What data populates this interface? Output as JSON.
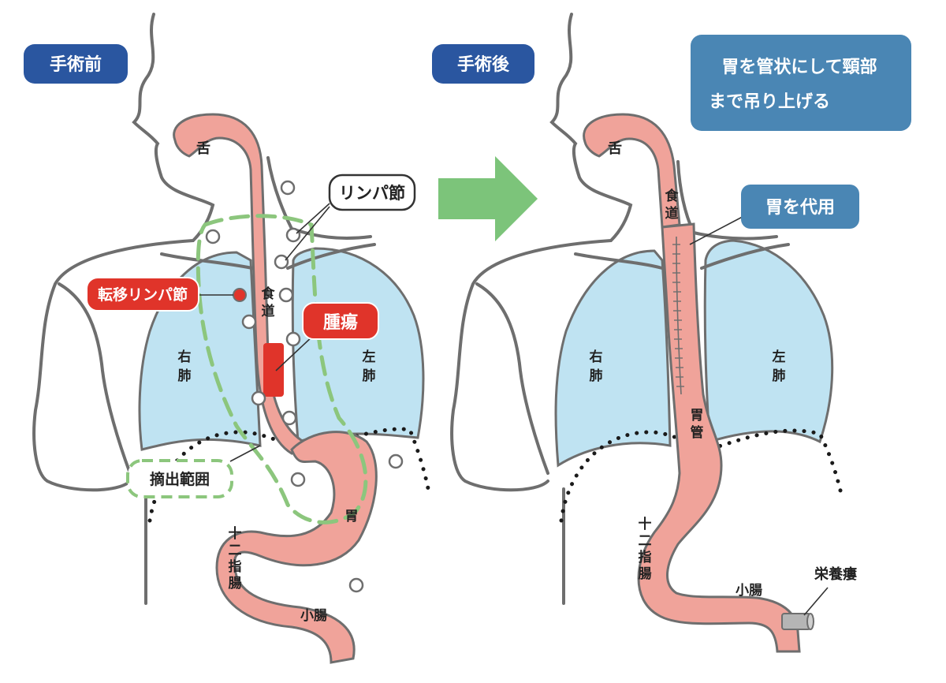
{
  "panels": {
    "before": {
      "title": "手術前",
      "labels": {
        "tongue": "舌",
        "esophagus_1": "食",
        "esophagus_2": "道",
        "right_lung_1": "右",
        "right_lung_2": "肺",
        "left_lung_1": "左",
        "left_lung_2": "肺",
        "stomach": "胃",
        "duodenum_1": "十",
        "duodenum_2": "二",
        "duodenum_3": "指",
        "duodenum_4": "腸",
        "small_intestine": "小腸"
      },
      "callouts": {
        "lymph_node": "リンパ節",
        "metastatic_lymph_node": "転移リンパ節",
        "tumor": "腫瘍",
        "resection_range": "摘出範囲"
      }
    },
    "after": {
      "title": "手術後",
      "note_line_1": "胃を管状にして頸部",
      "note_line_2": "まで吊り上げる",
      "stomach_substitute": "胃を代用",
      "labels": {
        "tongue": "舌",
        "esophagus_1": "食",
        "esophagus_2": "道",
        "right_lung_1": "右",
        "right_lung_2": "肺",
        "left_lung_1": "左",
        "left_lung_2": "肺",
        "gastric_tube_1": "胃",
        "gastric_tube_2": "管",
        "duodenum_1": "十",
        "duodenum_2": "二",
        "duodenum_3": "指",
        "duodenum_4": "腸",
        "small_intestine": "小腸",
        "feeding_tube": "栄養瘻"
      }
    }
  },
  "colors": {
    "badge_blue": "#2a56a0",
    "note_blue": "#4a86b4",
    "organ_pink": "#f0a39a",
    "lung_blue": "#bfe3f2",
    "outline_gray": "#6e6e6e",
    "tumor_red": "#e0342a",
    "resection_green": "#8cc67d",
    "arrow_green": "#7cc47a"
  }
}
